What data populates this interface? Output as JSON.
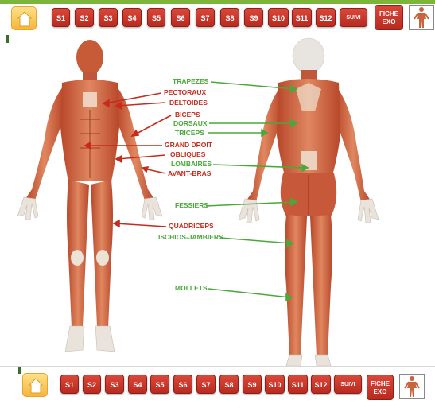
{
  "nav": {
    "buttons": [
      "S1",
      "S2",
      "S3",
      "S4",
      "S5",
      "S6",
      "S7",
      "S8",
      "S9",
      "S10",
      "S11",
      "S12",
      "SUIVI"
    ],
    "fiche_line1": "FICHE",
    "fiche_line2": "EXO"
  },
  "labels_front": {
    "pectoraux": "PECTORAUX",
    "deltoides": "DELTOIDES",
    "biceps": "BICEPS",
    "grand_droit": "GRAND DROIT",
    "obliques": "OBLIQUES",
    "avant_bras": "AVANT-BRAS",
    "quadriceps": "QUADRICEPS"
  },
  "labels_back": {
    "trapezes": "TRAPEZES",
    "dorsaux": "DORSAUX",
    "triceps": "TRICEPS",
    "lombaires": "LOMBAIRES",
    "fessiers": "FESSIERS",
    "ischios": "ISCHIOS-JAMBIERS",
    "mollets": "MOLLETS"
  },
  "colors": {
    "front_label": "#c62b1c",
    "back_label": "#4aa83a",
    "button": "#c9382b"
  },
  "icons": {
    "home": "home-icon",
    "thumb": "muscle-thumbnail-icon"
  }
}
